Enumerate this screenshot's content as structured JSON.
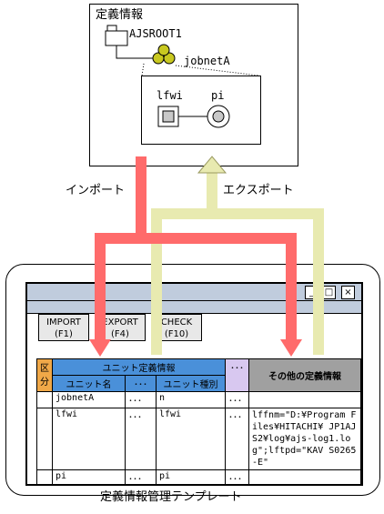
{
  "definition_info": {
    "title": "定義情報",
    "root_label": "AJSROOT1",
    "jobnet_label": "jobnetA",
    "unit_a_label": "lfwi",
    "unit_b_label": "pi"
  },
  "arrows": {
    "import_label": "インポート",
    "export_label": "エクスポート",
    "import_color": "#ff6b6b",
    "export_color": "#e8eab0"
  },
  "window": {
    "minimize_glyph": "_",
    "maximize_glyph": "□",
    "close_glyph": "×",
    "tabs": [
      {
        "line1": "IMPORT",
        "line2": "(F1)"
      },
      {
        "line1": "EXPORT",
        "line2": "(F4)"
      },
      {
        "line1": "CHECK",
        "line2": "(F10)"
      }
    ]
  },
  "table": {
    "kubun_header": "区分",
    "unit_def_header": "ユニット定義情報",
    "col_unit_name": "ユニット名",
    "col_dots": "･･･",
    "col_unit_type": "ユニット種別",
    "other_dots": "･･･",
    "other_header": "その他の定義情報",
    "rows": [
      {
        "name": "jobnetA",
        "dots": "･･･",
        "type": "n",
        "dots2": "･･･",
        "other": ""
      },
      {
        "name": "lfwi",
        "dots": "･･･",
        "type": "lfwi",
        "dots2": "･･･",
        "other": "lffnm=\"D:¥Program Files¥HITACHI¥ JP1AJS2¥log¥ajs-log1.log\";lftpd=\"KAV S0265-E\""
      },
      {
        "name": "pi",
        "dots": "･･･",
        "type": "pi",
        "dots2": "･･･",
        "other": ""
      }
    ]
  },
  "template_label": "定義情報管理テンプレート"
}
